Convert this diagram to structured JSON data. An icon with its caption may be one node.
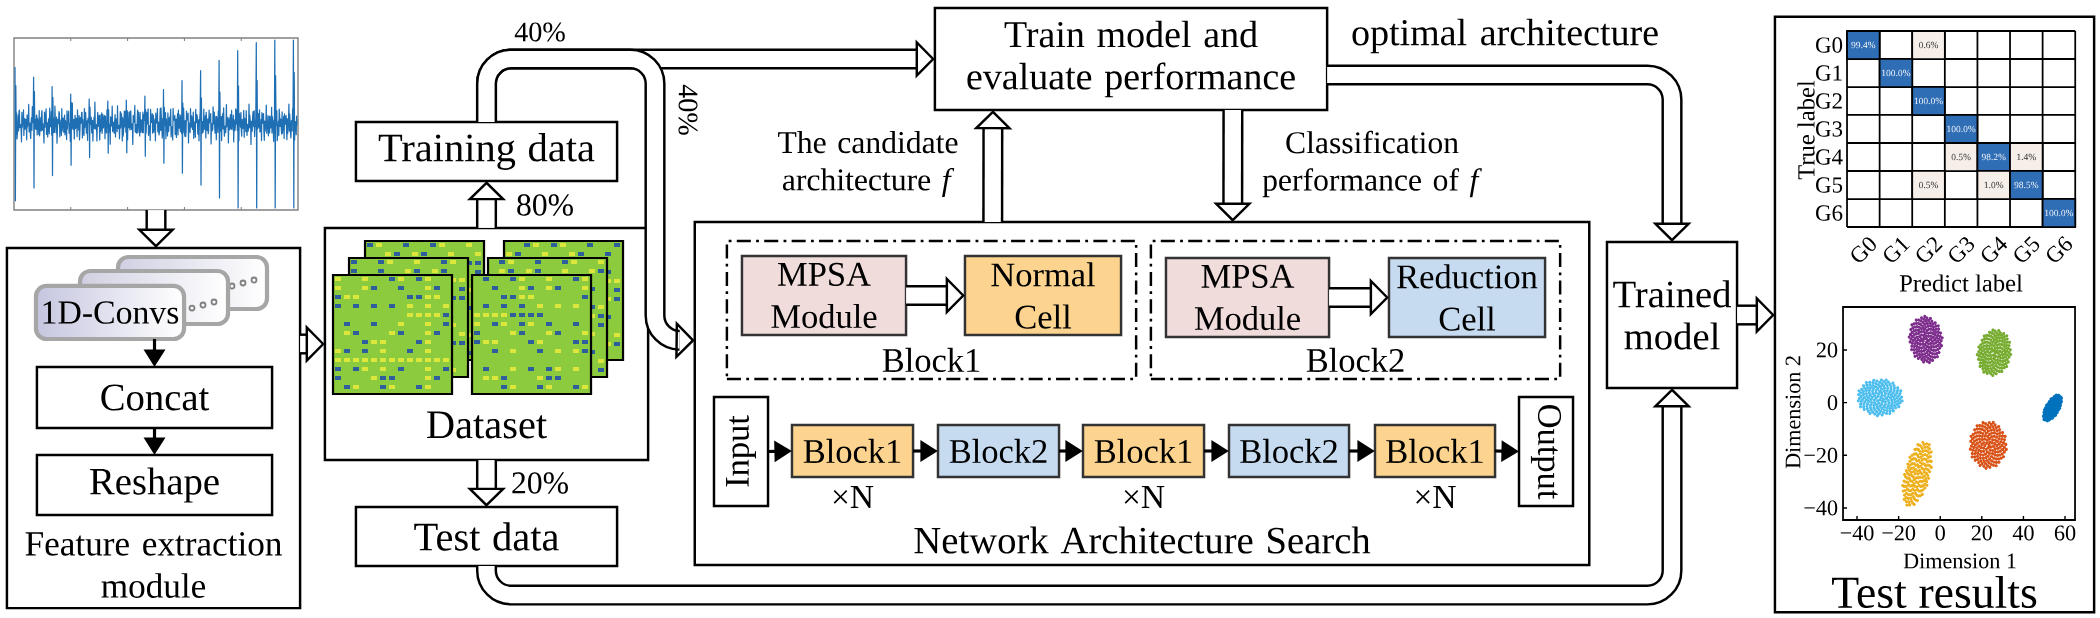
{
  "diagram": {
    "nodes": [
      {
        "text": [],
        "shape": "picture"
      },
      {
        "text": [
          "Feature extraction module"
        ]
      },
      {
        "text": [
          "1D-Convs"
        ],
        "in": 1
      },
      {
        "text": [
          "Concat"
        ],
        "in": 1
      },
      {
        "text": [
          "Reshape"
        ],
        "in": 1
      },
      {
        "text": [
          "Dataset"
        ]
      },
      {
        "text": [
          "Training data"
        ]
      },
      {
        "text": [
          "Test data"
        ]
      },
      {
        "text": [
          "Train model and evaluate performance"
        ]
      },
      {
        "text": [
          "Network Architecture Search"
        ]
      },
      {
        "text": [
          "Block1"
        ],
        "in": 9
      },
      {
        "text": [
          "MPSA Module"
        ],
        "in": 10
      },
      {
        "text": [
          "Normal Cell"
        ],
        "in": 10
      },
      {
        "text": [
          "Block2"
        ],
        "in": 9
      },
      {
        "text": [
          "MPSA Module"
        ],
        "in": 13
      },
      {
        "text": [
          "Reduction Cell"
        ],
        "in": 13
      },
      {
        "text": [
          "Input"
        ],
        "in": 9
      },
      {
        "text": [
          "Block1"
        ],
        "in": 9,
        "beside": [
          "×N"
        ]
      },
      {
        "text": [
          "Block2"
        ],
        "in": 9
      },
      {
        "text": [
          "Block1"
        ],
        "in": 9,
        "beside": [
          "×N"
        ]
      },
      {
        "text": [
          "Block2"
        ],
        "in": 9
      },
      {
        "text": [
          "Block1"
        ],
        "in": 9,
        "beside": [
          "×N"
        ]
      },
      {
        "text": [
          "Output"
        ],
        "in": 9
      },
      {
        "text": [
          "Trained model"
        ]
      },
      {
        "text": [
          "Test results"
        ]
      }
    ],
    "edges": [
      {
        "from": 0,
        "to": 1,
        "arrow": "to"
      },
      {
        "from": 2,
        "to": 3,
        "arrow": "to"
      },
      {
        "from": 3,
        "to": 4,
        "arrow": "to"
      },
      {
        "from": 1,
        "to": 5,
        "arrow": "to"
      },
      {
        "from": 5,
        "to": 6,
        "arrow": "to",
        "label": "80%"
      },
      {
        "from": 5,
        "to": 7,
        "arrow": "to",
        "label": "20%"
      },
      {
        "from": 6,
        "to": 8,
        "arrow": "to",
        "label": "40%"
      },
      {
        "from": 6,
        "to": 9,
        "arrow": "to",
        "label": "40%"
      },
      {
        "from": 9,
        "to": 8,
        "arrow": "to",
        "label": "The candidate architecture *f*"
      },
      {
        "from": 8,
        "to": 9,
        "arrow": "to",
        "label": "Classification performance of *f*"
      },
      {
        "from": 8,
        "to": 23,
        "arrow": "to",
        "label": "optimal architecture"
      },
      {
        "from": 7,
        "to": 23,
        "arrow": "to"
      },
      {
        "from": 11,
        "to": 12,
        "arrow": "to"
      },
      {
        "from": 14,
        "to": 15,
        "arrow": "to"
      },
      {
        "from": 16,
        "to": 17,
        "arrow": "to"
      },
      {
        "from": 17,
        "to": 18,
        "arrow": "to"
      },
      {
        "from": 18,
        "to": 19,
        "arrow": "to"
      },
      {
        "from": 19,
        "to": 20,
        "arrow": "to"
      },
      {
        "from": 20,
        "to": 21,
        "arrow": "to"
      },
      {
        "from": 21,
        "to": 22,
        "arrow": "to"
      },
      {
        "from": 23,
        "to": 24,
        "arrow": "to"
      }
    ],
    "labels": [
      "True label",
      "G0",
      "99.4%",
      "0.6%",
      "G1",
      "100.0%",
      "G2",
      "100.0%",
      "G3",
      "100.0%",
      "G4",
      "0.5%",
      "98.2%",
      "1.4%",
      "G5",
      "0.5%",
      "1.0%",
      "98.5%",
      "G6",
      "100.0%",
      "G0",
      "G1",
      "G2",
      "G3",
      "G4",
      "G5",
      "G6",
      "Predict label",
      "Dimension 2",
      "20",
      "0",
      "−20",
      "−40",
      "−40",
      "−20",
      "0",
      "20",
      "40",
      "60",
      "Dimension 1"
    ]
  }
}
